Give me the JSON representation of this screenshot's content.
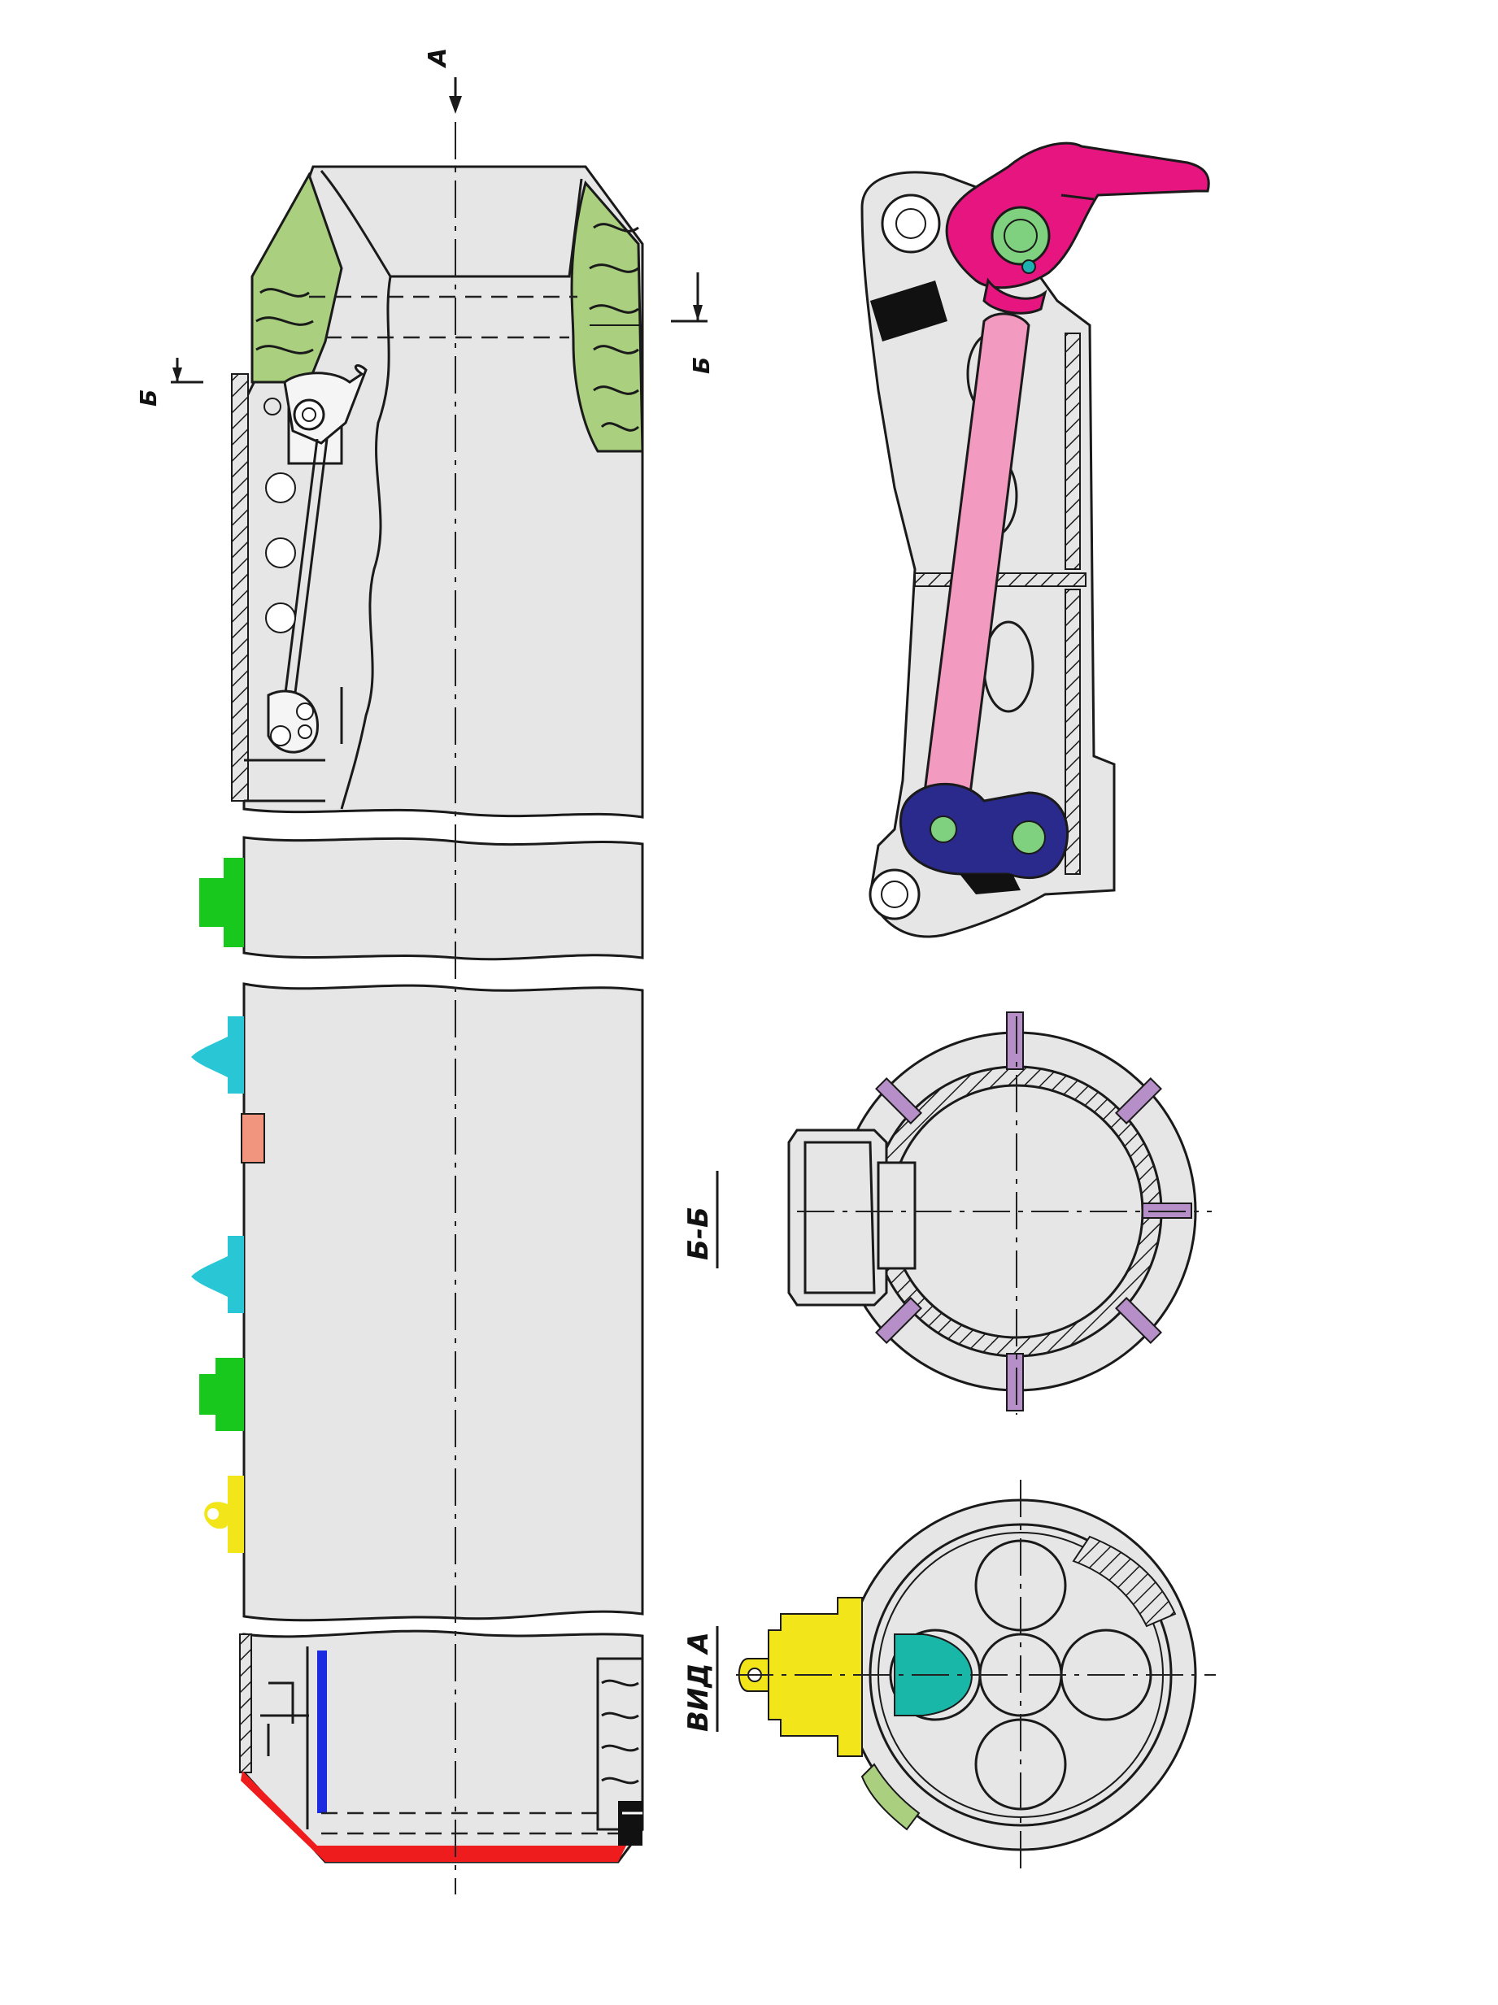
{
  "labels": {
    "arrow_a": "А",
    "section_b_left": "Б",
    "section_b_right": "Б",
    "section_bb": "Б-Б",
    "view_a": "ВИД А"
  },
  "colors": {
    "body_fill": "#e6e6e6",
    "wood_green": "#a9cf7f",
    "lever_magenta": "#e6157f",
    "rod_pink": "#f39ac1",
    "bracket_navy": "#2a2a8c",
    "pin_green": "#7fd07f",
    "tip_red": "#ee1c1c",
    "liner_blue": "#1c2be0",
    "lug_green": "#19c81c",
    "lug_cyan": "#29c7d6",
    "lug_salmon": "#f2957f",
    "lug_yellow": "#f2e61a",
    "rib_purple": "#b78fc8",
    "window_teal": "#19b7a8",
    "shoe_black": "#111111"
  },
  "icons": [
    "lever-icon",
    "rod-icon",
    "pin-icon",
    "lug-icon",
    "section-arrow-icon"
  ]
}
